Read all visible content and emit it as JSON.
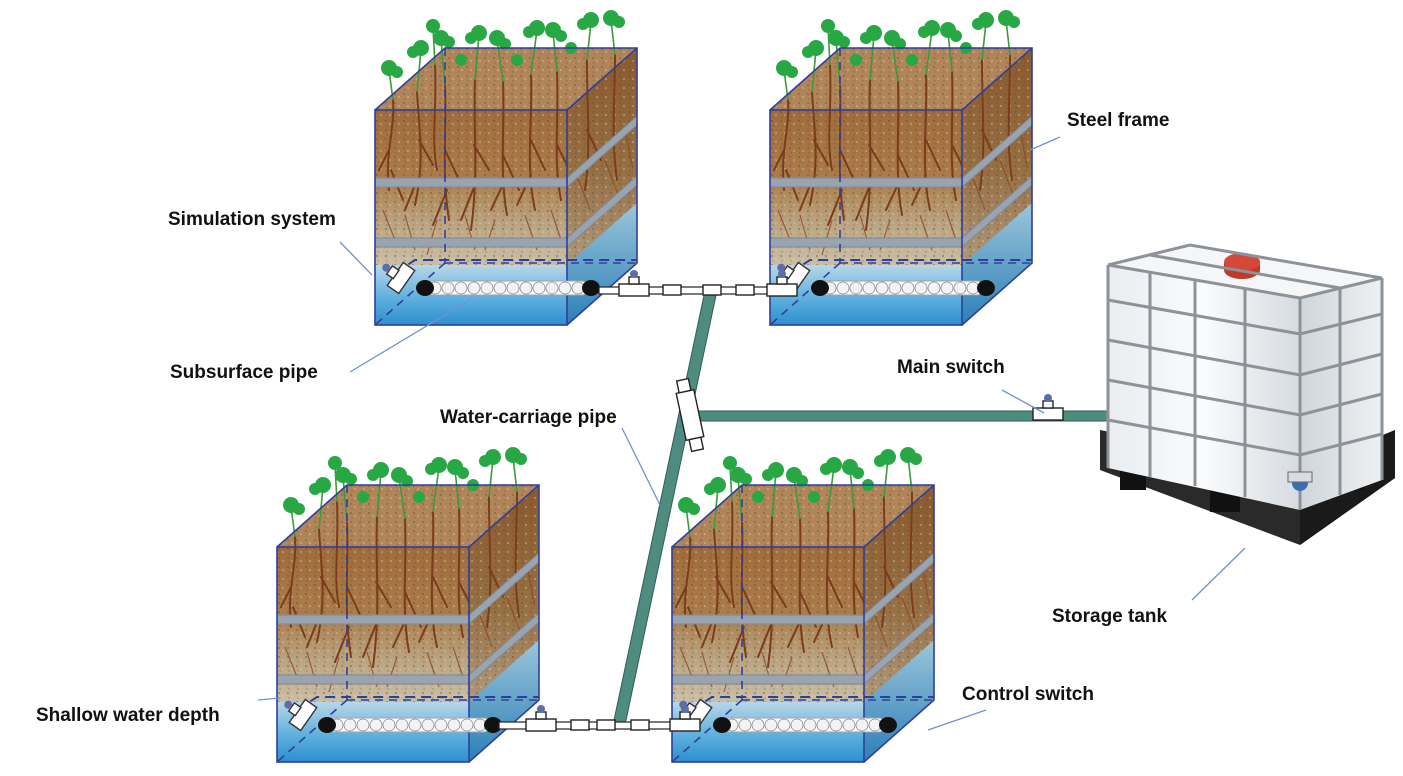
{
  "labels": {
    "simulation_system": "Simulation system",
    "subsurface_pipe": "Subsurface pipe",
    "water_carriage_pipe": "Water-carriage pipe",
    "shallow_water_depth": "Shallow water depth",
    "steel_frame": "Steel frame",
    "main_switch": "Main switch",
    "storage_tank": "Storage tank",
    "control_switch": "Control switch"
  },
  "colors": {
    "soil_top": "#a06c3c",
    "soil_mid": "#a98050",
    "soil_low": "#b9a580",
    "water": "#4ea3d8",
    "pipe": "#4f8c80",
    "root": "#7a3c1a",
    "leaf": "#2fb24a",
    "frame": "#2e3f9a",
    "band": "#98a2b0",
    "tank_cap": "#c0392b"
  }
}
